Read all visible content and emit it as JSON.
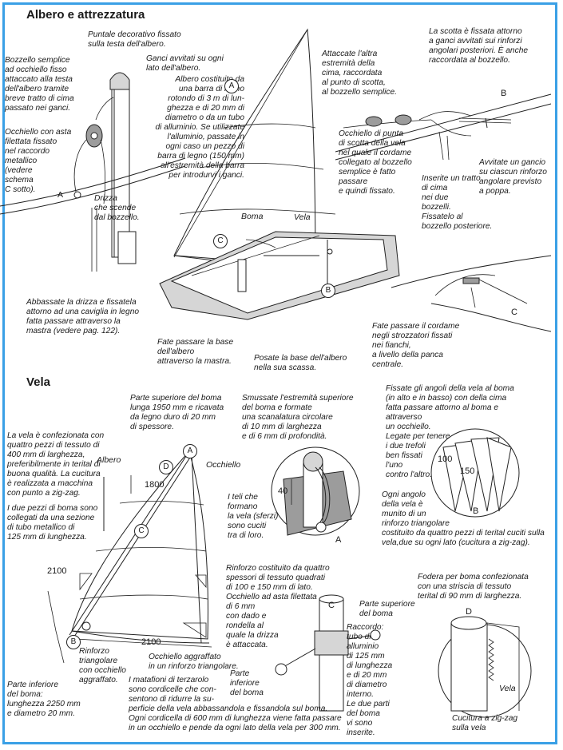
{
  "sections": {
    "rigging_title": "Albero e attrezzatura",
    "sail_title": "Vela"
  },
  "notes": {
    "puntale": "Puntale decorativo fissato\nsulla testa dell'albero.",
    "bozzello": "Bozzello semplice\nad occhiello fisso\nattaccato alla testa\ndell'albero tramite\nbreve tratto di cima\npassato nei ganci.",
    "ganci": "Ganci avvitati su ogni\nlato dell'albero.",
    "albero_barra": "Albero costituito da\nuna barra di legno\nrotondo di 3 m di lun-\nghezza e di 20 mm di\ndiametro o da un tubo\ndi alluminio. Se utilizzate\nl'alluminio, passate in\nogni caso un pezzo di\nbarra di legno (150 mm)\nall'estremità della barra\nper introdurvi i ganci.",
    "occhiello_asta": "Occhiello con asta\nfilettata fissato\nnel raccordo\nmetallico\n(vedere\nschema\nC sotto).",
    "drizza": "Drizza\nche scende\ndal bozzello.",
    "attaccate": "Attaccate l'altra\nestremità della\ncima, raccordata\nal punto di scotta,\nal bozzello semplice.",
    "scotta": "La scotta è fissata attorno\na ganci avvitati sui rinforzi\nangolari posteriori. È anche\nraccordata al bozzello.",
    "occhiello_punta": "Occhiello di punta\ndi scotta della vela\nnel quale il cordame\ncollegato al bozzello\nsemplice è fatto\npassare\ne quindi fissato.",
    "inserite": "Inserite un tratto\ndi cima\nnei due\nbozzelli.\nFissatelo al\nbozzello posteriore.",
    "avvitate": "Avvitate un gancio\nsu ciascun rinforzo\nangolare previsto\na poppa.",
    "abbassate": "Abbassate la drizza e fissatela\nattorno ad una caviglia in legno\nfatta passare attraverso la\nmastra (vedere pag. 122).",
    "fate_base": "Fate passare la base\ndell'albero\nattraverso la mastra.",
    "posate": "Posate la base dell'albero\nnella sua scassa.",
    "fate_cordame": "Fate passare il cordame\nnegli strozzatori fissati\nnei fianchi,\na livello della panca\ncentrale.",
    "parte_sup_boma": "Parte superiore del boma\nlunga 1950 mm e ricavata\nda legno duro di 20 mm\ndi spessore.",
    "smussate": "Smussate l'estremità superiore\ndel boma e formate\nuna scanalatura circolare\ndi 10 mm di larghezza\ne di 6 mm di profondità.",
    "fissate_angoli": "Fissate gli angoli della vela al boma\n(in alto e in basso) con della cima\nfatta passare attorno al boma e\nattraverso\nun occhiello.\nLegate per tenere\ni due trefoli\nben fissati\nl'uno\ncontro l'altro.",
    "vela_confez": "La vela è confezionata con\nquattro pezzi di tessuto di\n400 mm di larghezza,\npreferibilmente in terital di\nbuona qualità. La cucitura\nè realizzata a macchina\ncon punto a zig-zag.",
    "due_pezzi": "I due pezzi di boma sono\ncollegati da una sezione\ndi tubo metallico di\n125 mm di lunghezza.",
    "teli": "I teli che\nformano\nla vela (sferzi)\nsono cuciti\ntra di loro.",
    "ogni_angolo": "Ogni angolo\ndella vela è\nmunito di un\nrinforzo triangolare\ncostituito da quattro pezzi di terital cuciti sulla\nvela,due su ogni lato (cucitura a zig-zag).",
    "rinforzo_quadrati": "Rinforzo costituito da quattro\nspessori di tessuto quadrati\ndi 100 e 150 mm di lato.",
    "occhiello_filettata": "Occhiello ad asta filettata\ndi 6 mm\ncon dado e\nrondella al\nquale la drizza\nè attaccata.",
    "parte_sup_small": "Parte superiore\ndel boma",
    "raccordo": "Raccordo:\ntubo di\nalluminio\ndi 125 mm\ndi lunghezza\ne di 20 mm\ndi diametro\ninterno.\nLe due parti\ndel boma\nvi sono\ninserite.",
    "fodera": "Fodera per boma confezionata\ncon una striscia di tessuto\nterital di 90 mm di larghezza.",
    "rinforzo_tri": "Rinforzo\ntriangolare\ncon occhiello\naggraffato.",
    "occhiello_aggraffato": "Occhiello aggraffato\nin un rinforzo triangolare.",
    "parte_inf": "Parte inferiore\ndel boma:\nlunghezza 2250 mm\ne diametro 20 mm.",
    "matafioni": "I matafioni di terzarolo\nsono cordicelle che con-\nsentono di ridurre la su-\nperficie della vela abbassandola e fissandola sul boma.\nOgni cordicella di 600 mm di lunghezza viene fatta passare\nin un occhiello e pende da ogni lato della vela per 300 mm.",
    "parte_inf_small": "Parte\ninferiore\ndel boma",
    "cucitura": "Cucitura a zig-zag\nsulla vela"
  },
  "labels": {
    "boma": "Boma",
    "vela": "Vela",
    "vela2": "Vela",
    "albero": "Albero",
    "occhiello": "Occhiello",
    "A": "A",
    "B": "B",
    "C": "C",
    "D": "D",
    "dim_1800": "1800",
    "dim_2100_left": "2100",
    "dim_2100_bottom": "2100",
    "dim_40": "40",
    "dim_100": "100",
    "dim_150": "150"
  },
  "colors": {
    "frame": "#3aa0e6"
  }
}
